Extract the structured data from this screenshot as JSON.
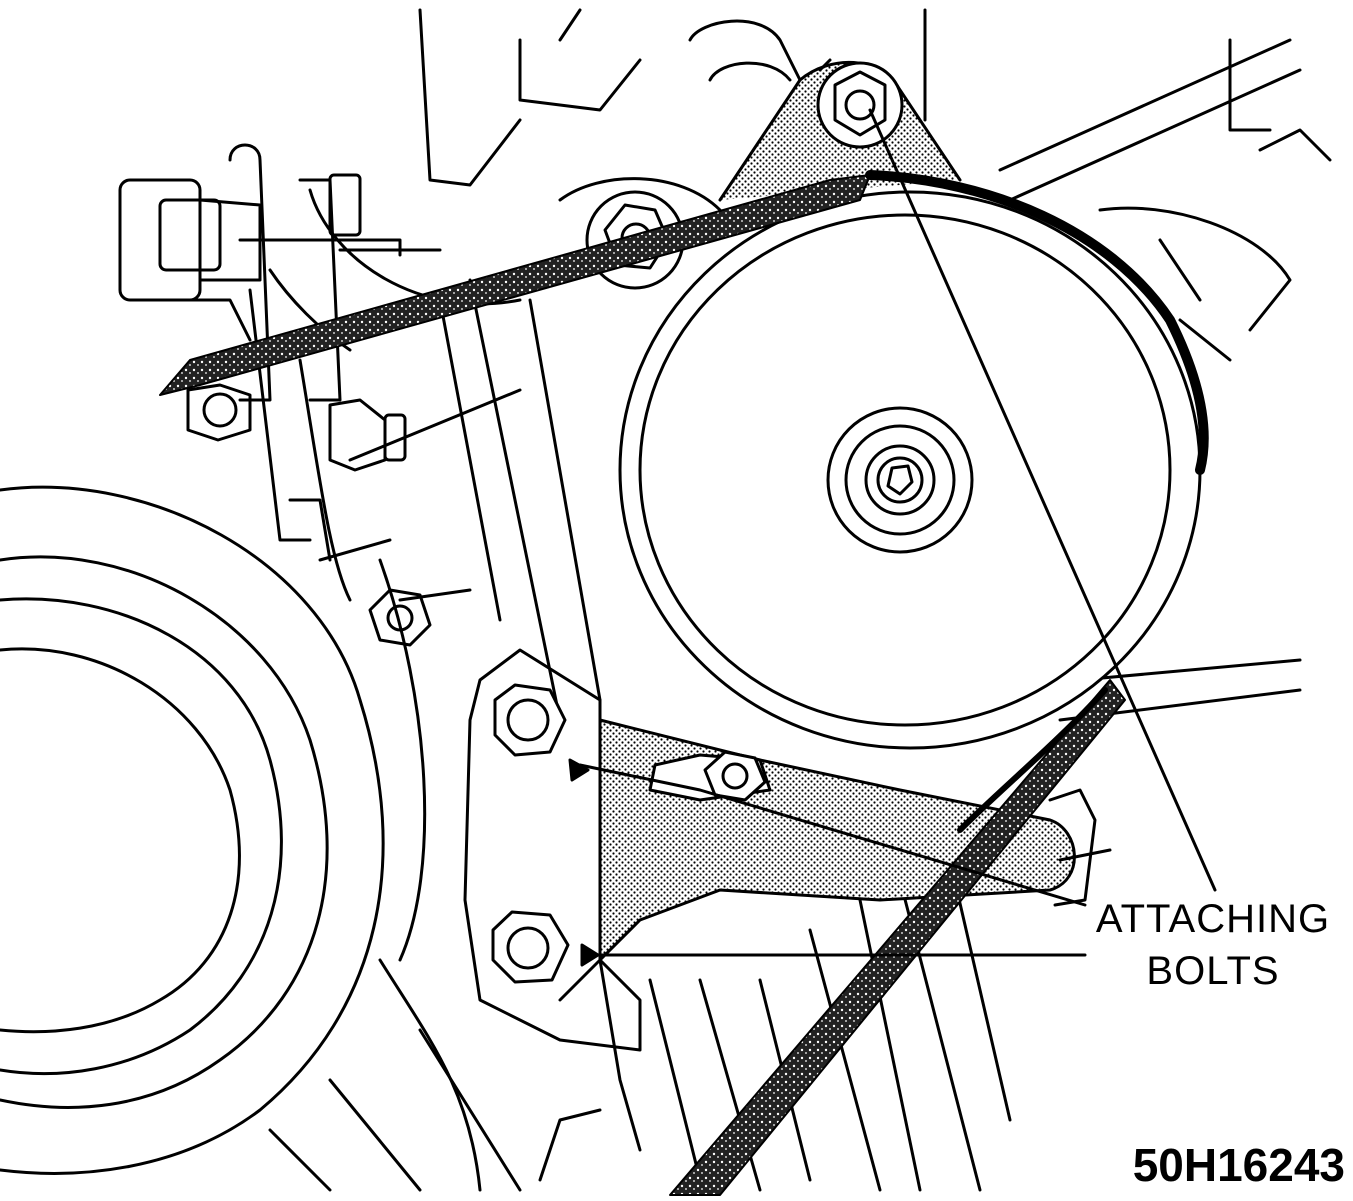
{
  "callout": {
    "line1": "ATTACHING",
    "line2": "BOLTS"
  },
  "figure_id": "50H16243",
  "colors": {
    "ink": "#000000",
    "paper": "#ffffff",
    "shade": "#c8c8c8"
  }
}
